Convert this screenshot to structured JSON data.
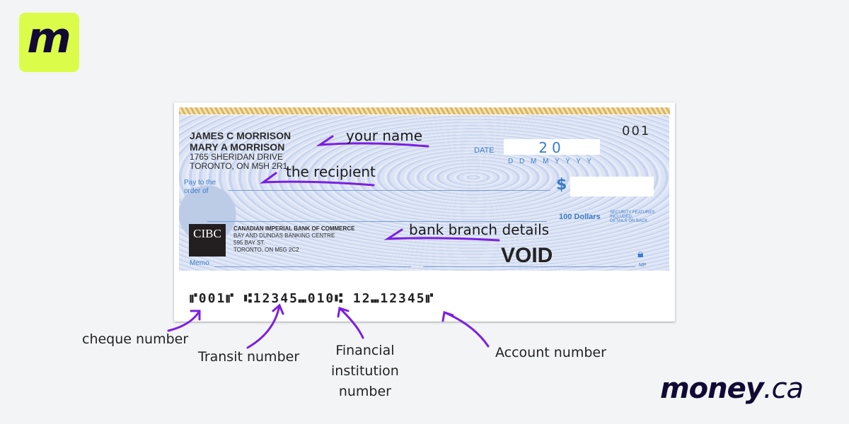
{
  "logo_letter": "m",
  "brand": {
    "main": "money",
    "suffix": ".ca"
  },
  "cheque": {
    "number": "001",
    "holder_lines": [
      "JAMES C MORRISON",
      "MARY A MORRISON",
      "1765 SHERIDAN DRIVE",
      "TORONTO, ON M5H 2R1"
    ],
    "date_label": "DATE",
    "date_value": "20",
    "date_format": "D D M M Y Y Y Y",
    "pay_to": [
      "Pay to the",
      "order of"
    ],
    "currency": "$",
    "dollars_label": "100 Dollars",
    "security": [
      "SECURITY FEATURES",
      "INCLUDED.",
      "DETAILS ON BACK."
    ],
    "bank_logo": "CIBC",
    "bank_lines": [
      "CANADIAN IMPERIAL BANK OF COMMERCE",
      "BAY AND DUNDAS BANKING CENTRE",
      "595 BAY ST.",
      "TORONTO, ON  M5G 2C2"
    ],
    "memo_label": "Memo",
    "void": "VOID",
    "lock_label": "MP",
    "micr": "⑈001⑈  ⑆12345⑉010⑆  12⑉12345⑈"
  },
  "annotations": {
    "your_name": "your name",
    "recipient": "the recipient",
    "branch": "bank branch details",
    "cheque_number": "cheque number",
    "transit": "Transit number",
    "institution": [
      "Financial",
      "institution",
      "number"
    ],
    "account": "Account number"
  },
  "colors": {
    "accent": "#7b1fe0",
    "logo_bg": "#dcfc4a",
    "brand": "#120a35"
  }
}
